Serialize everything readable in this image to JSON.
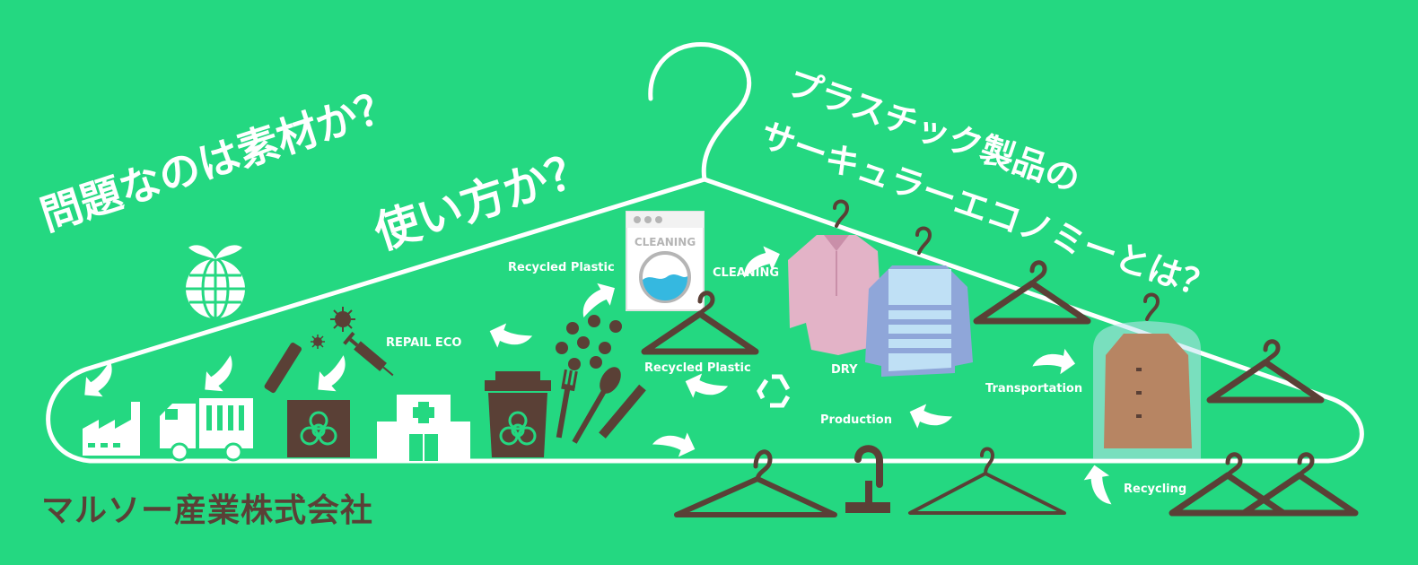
{
  "headline": {
    "line1": "問題なのは素材か？",
    "line2": "使い方か？",
    "line3": "プラスチック製品の",
    "line4": "サーキュラーエコノミーとは？"
  },
  "labels": {
    "recycled_plastic_top": "Recycled Plastic",
    "cleaning": "CLEANING",
    "machine_text": "CLEANING",
    "repair_eco": "REPAIL ECO",
    "recycled_plastic_mid": "Recycled Plastic",
    "dry": "DRY",
    "transportation": "Transportation",
    "production": "Production",
    "recycling": "Recycling"
  },
  "company": "マルソー産業株式会社",
  "colors": {
    "background": "#24d881",
    "outline": "#ffffff",
    "brown": "#5a4036",
    "pink_shirt": "#e3b3c7",
    "blue_shirt": "#8fa6d9",
    "coat": "#b78563",
    "water": "#35b8e0"
  },
  "icons": [
    "globe-icon",
    "factory-icon",
    "garbage-truck-icon",
    "biohazard-bin-icon",
    "virus-icon",
    "syringe-icon",
    "hospital-icon",
    "fork-icon",
    "spoon-icon",
    "knife-icon",
    "washing-machine-icon",
    "recycle-icon",
    "arrow-icon",
    "hanger-icon",
    "shirt-icon",
    "coat-icon"
  ]
}
